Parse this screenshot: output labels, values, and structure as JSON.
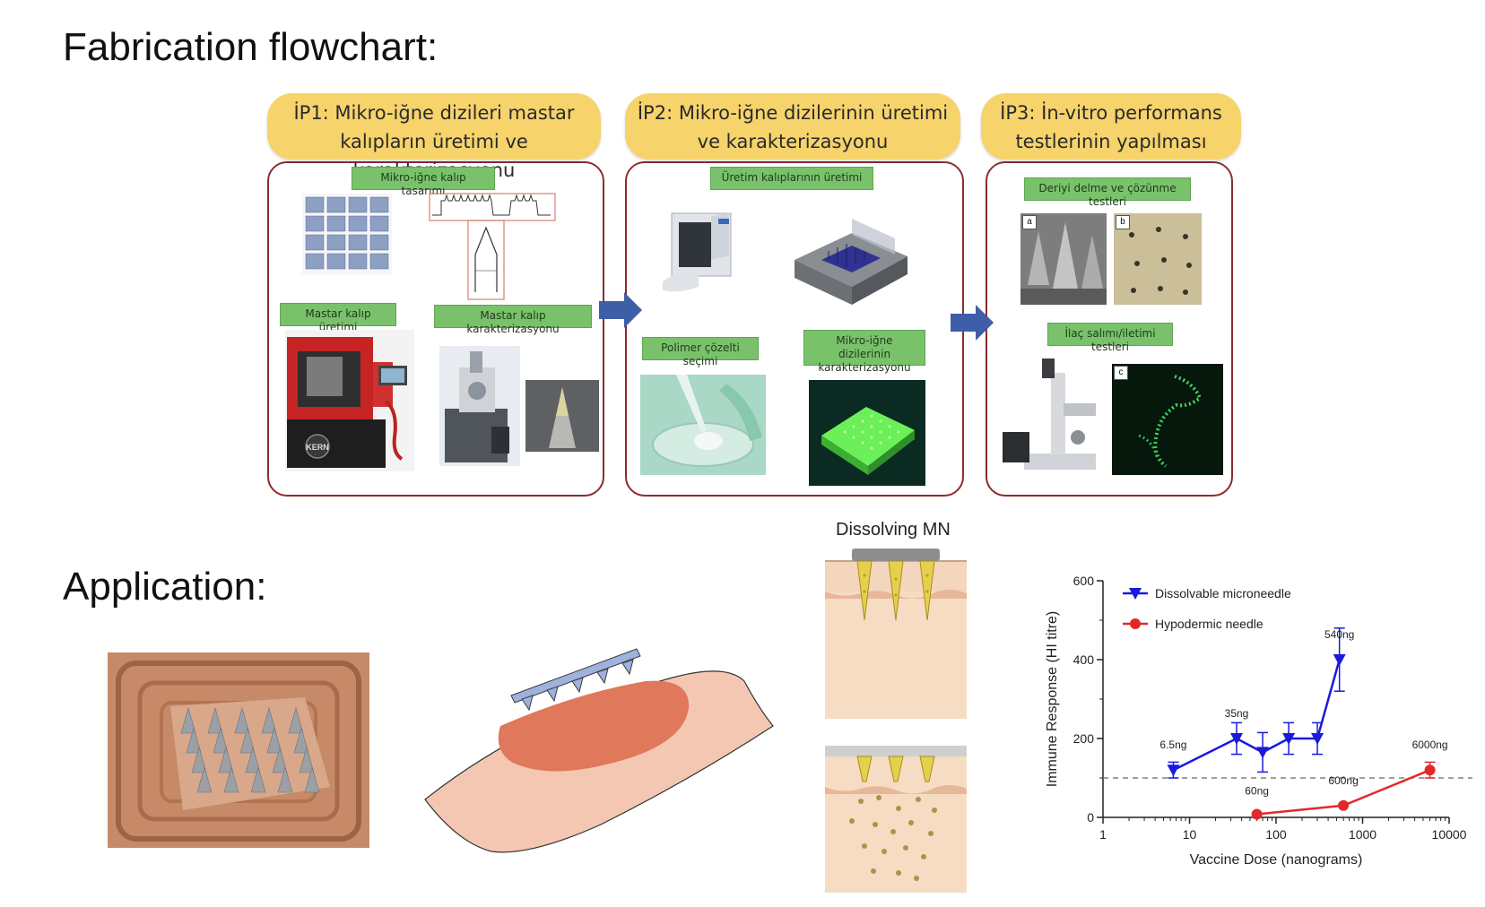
{
  "headings": {
    "fabrication": "Fabrication flowchart:",
    "application": "Application:"
  },
  "flowchart": {
    "stages": [
      {
        "title_line1": "İP1: Mikro-iğne dizileri mastar",
        "title_line2": "kalıpların üretimi ve karakterizasyonu",
        "labels": [
          "Mikro-iğne kalıp tasarımı",
          "Mastar kalıp üretimi",
          "Mastar kalıp karakterizasyonu"
        ]
      },
      {
        "title_line1": "İP2: Mikro-iğne dizilerinin üretimi",
        "title_line2": "ve karakterizasyonu",
        "labels": [
          "Üretim kalıplarının üretimi",
          "Polimer çözelti seçimi",
          "Mikro-iğne dizilerinin karakterizasyonu"
        ]
      },
      {
        "title_line1": "İP3:  İn-vitro performans",
        "title_line2": "testlerinin yapılması",
        "labels": [
          "Deriyi delme ve çözünme testleri",
          "İlaç salımı/iletimi testleri"
        ]
      }
    ],
    "photo_tags": [
      "a",
      "b",
      "c"
    ],
    "machine_logo": "KERN"
  },
  "dissolving": {
    "title": "Dissolving MN"
  },
  "chart_data": {
    "type": "line",
    "xlabel": "Vaccine Dose (nanograms)",
    "ylabel": "Immune Response (HI titre)",
    "xscale": "log",
    "xlim": [
      1,
      10000
    ],
    "ylim": [
      0,
      600
    ],
    "xticks": [
      "1",
      "10",
      "100",
      "1000",
      "10000"
    ],
    "yticks": [
      "0",
      "200",
      "400",
      "600"
    ],
    "threshold": 100,
    "legend_position": "top-left",
    "series": [
      {
        "name": "Dissolvable microneedle",
        "color": "#1a1adb",
        "marker": "triangle-down",
        "x": [
          6.5,
          35,
          70,
          140,
          300,
          540
        ],
        "y": [
          120,
          200,
          165,
          200,
          200,
          400
        ],
        "err": [
          20,
          40,
          50,
          40,
          40,
          80
        ]
      },
      {
        "name": "Hypodermic needle",
        "color": "#e02a2a",
        "marker": "circle",
        "x": [
          60,
          600,
          6000
        ],
        "y": [
          8,
          30,
          120
        ],
        "err": [
          0,
          0,
          20
        ]
      }
    ],
    "annotations": [
      {
        "text": "6.5ng",
        "x": 6.5,
        "y": 120
      },
      {
        "text": "35ng",
        "x": 35,
        "y": 200
      },
      {
        "text": "540ng",
        "x": 540,
        "y": 400
      },
      {
        "text": "60ng",
        "x": 60,
        "y": 8
      },
      {
        "text": "600ng",
        "x": 600,
        "y": 30
      },
      {
        "text": "6000ng",
        "x": 6000,
        "y": 120
      }
    ]
  }
}
